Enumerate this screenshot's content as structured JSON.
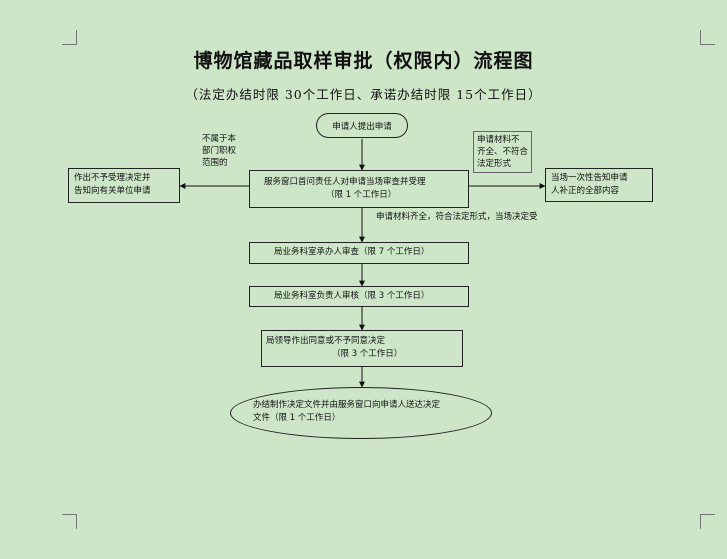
{
  "title": "博物馆藏品取样审批（权限内）流程图",
  "subtitle": "（法定办结时限 30个工作日、承诺办结时限 15个工作日）",
  "nodes": {
    "start": "申请人提出申请",
    "window_review": {
      "line1": "服务窗口首问责任人对申请当场审查并受理",
      "line2": "（限 1 个工作日）"
    },
    "reject": {
      "line1": "作出不予受理决定并",
      "line2": "告知向有关单位申请"
    },
    "supplement": {
      "line1": "当场一次性告知申请",
      "line2": "人补正的全部内容"
    },
    "step_handler": "局业务科室承办人审查（限 7 个工作日）",
    "step_head": "局业务科室负责人审核（限 3 个工作日）",
    "step_leader": {
      "line1": "局领导作出同意或不予同意决定",
      "line2": "（限 3 个工作日）"
    },
    "end": {
      "line1": "办结制作决定文件并由服务窗口向申请人送达决定",
      "line2": "文件（限 1 个工作日）"
    }
  },
  "labels": {
    "not_in_scope": [
      "不属于本",
      "部门职权",
      "范围的"
    ],
    "incomplete": [
      "申请材料不",
      "齐全、不符合",
      "法定形式"
    ],
    "complete": "申请材料齐全，符合法定形式，当场决定受"
  }
}
